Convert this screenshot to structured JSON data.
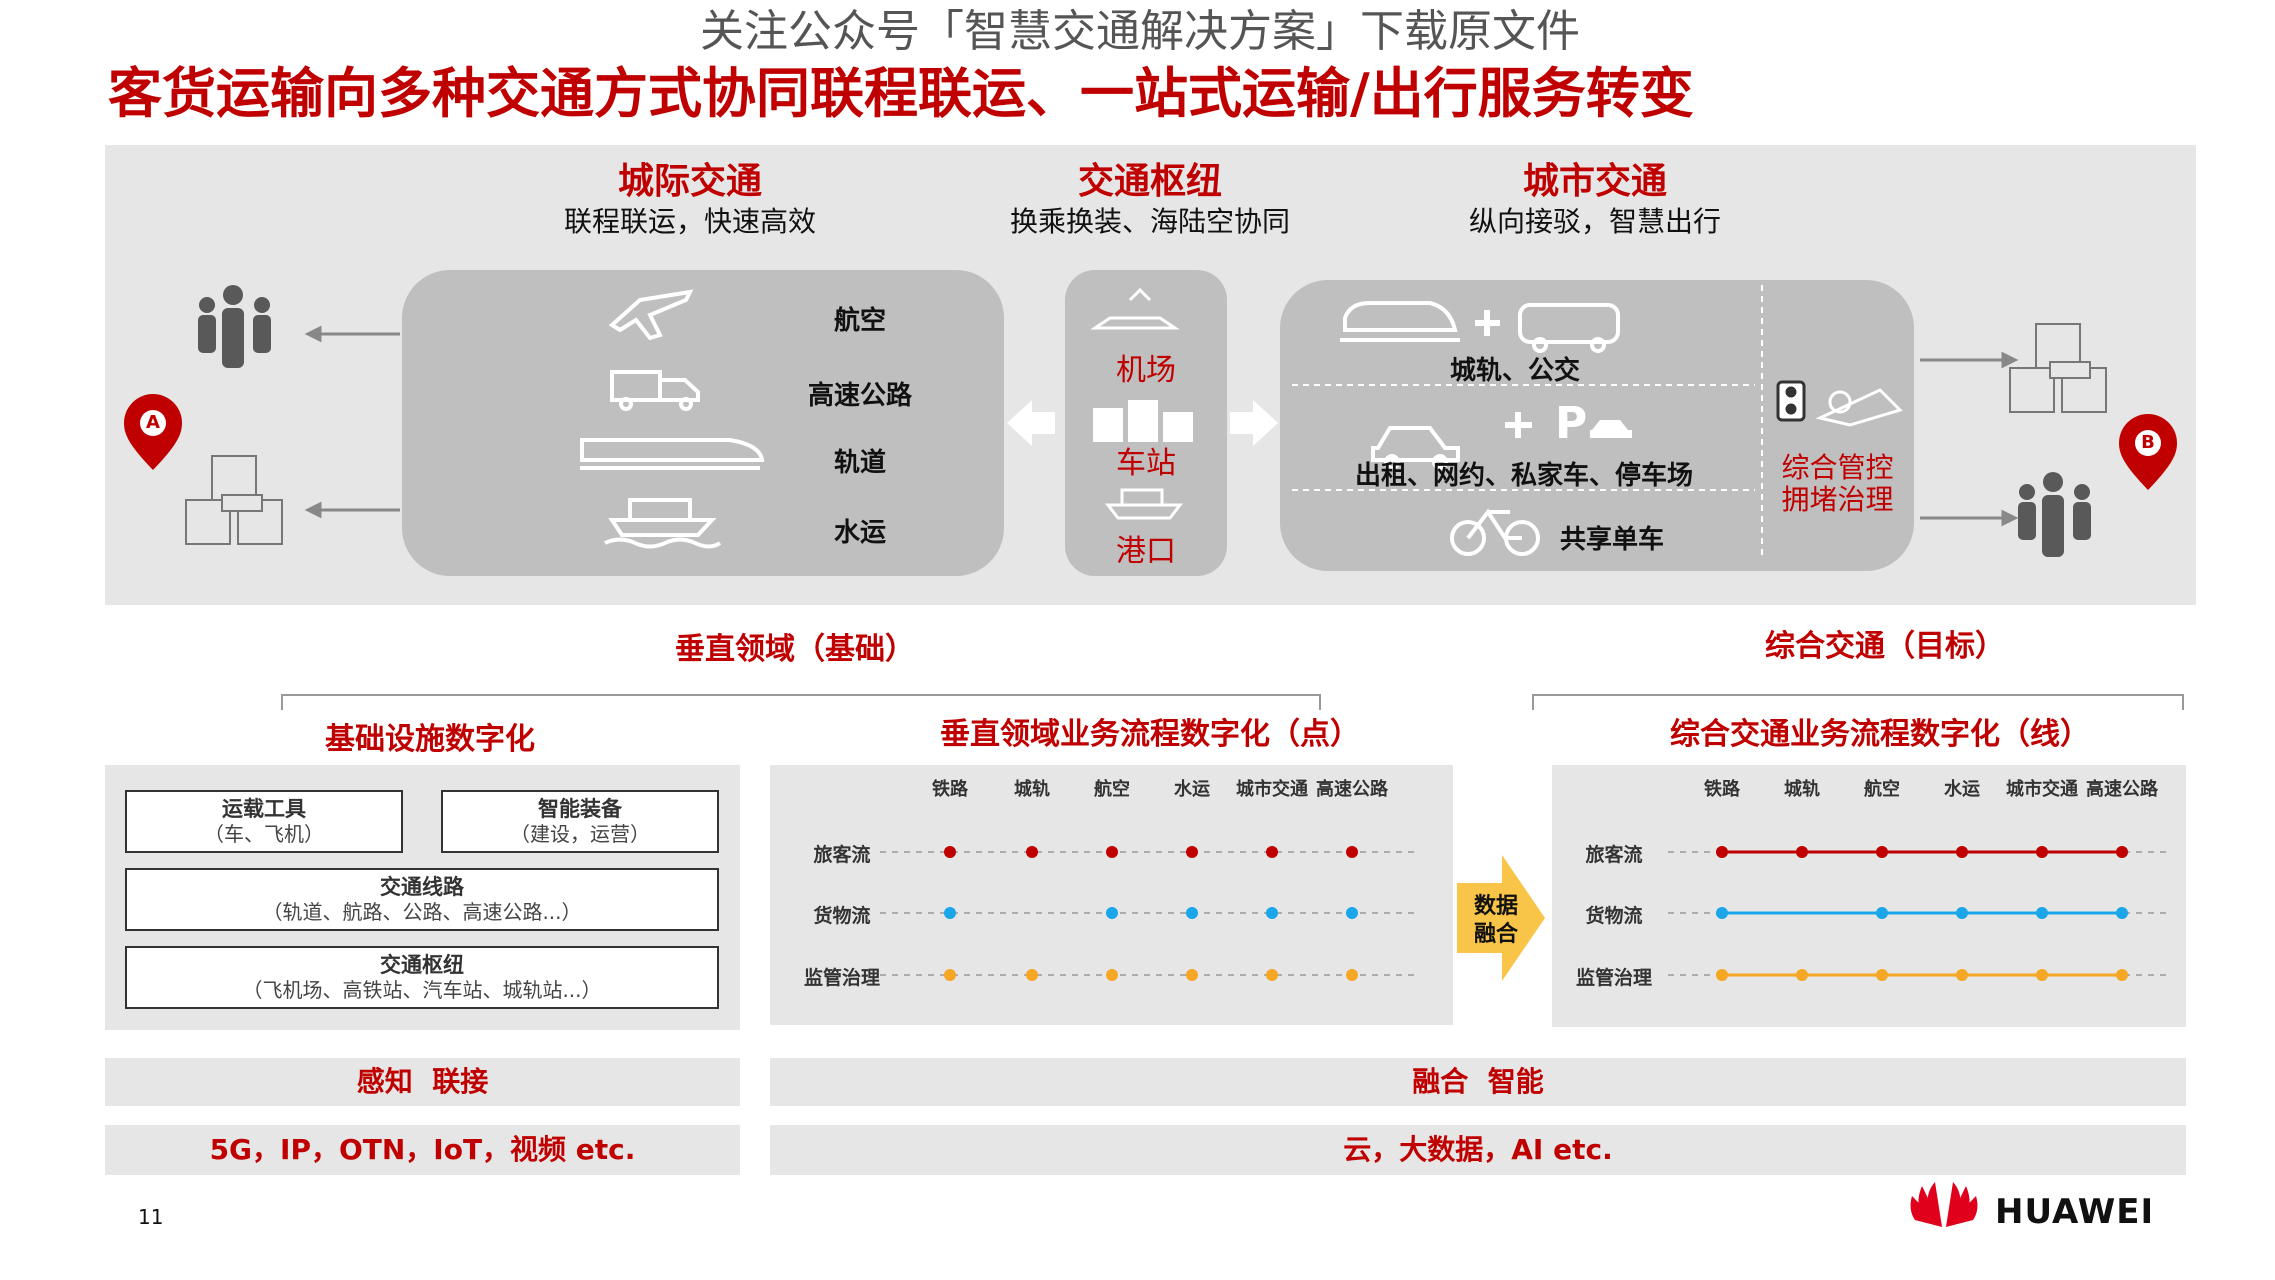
{
  "watermark": "关注公众号「智慧交通解决方案」下载原文件",
  "title": "客货运输向多种交通方式协同联程联运、一站式运输/出行服务转变",
  "top": {
    "intercity": {
      "title": "城际交通",
      "subtitle": "联程联运，快速高效",
      "modes": [
        "航空",
        "高速公路",
        "轨道",
        "水运"
      ]
    },
    "hub": {
      "title": "交通枢纽",
      "subtitle": "换乘换装、海陆空协同",
      "items": [
        "机场",
        "车站",
        "港口"
      ]
    },
    "urban": {
      "title": "城市交通",
      "subtitle": "纵向接驳，智慧出行",
      "rows": [
        "城轨、公交",
        "出租、网约、私家车、停车场",
        "共享单车"
      ],
      "side": [
        "综合管控",
        "拥堵治理"
      ]
    },
    "marker_a": "A",
    "marker_b": "B"
  },
  "vertical_domain": {
    "heading": "垂直领域（基础）"
  },
  "integrated": {
    "heading": "综合交通（目标）"
  },
  "infra": {
    "title": "基础设施数字化",
    "boxes": [
      {
        "title": "运载工具",
        "sub": "（车、飞机）"
      },
      {
        "title": "智能装备",
        "sub": "（建设，运营）"
      },
      {
        "title": "交通线路",
        "sub": "（轨道、航路、公路、高速公路...）"
      },
      {
        "title": "交通枢纽",
        "sub": "（飞机场、高铁站、汽车站、城轨站...）"
      }
    ]
  },
  "panel_point": {
    "title": "垂直领域业务流程数字化（点）"
  },
  "panel_line": {
    "title": "综合交通业务流程数字化（线）"
  },
  "columns": [
    "铁路",
    "城轨",
    "航空",
    "水运",
    "城市交通",
    "高速公路"
  ],
  "rows": [
    "旅客流",
    "货物流",
    "监管治理"
  ],
  "arrow_label": [
    "数据",
    "融合"
  ],
  "colors": {
    "red": "#c00000",
    "blue": "#1aa6e8",
    "orange": "#f5a623",
    "gray": "#e6e6e6"
  },
  "matrix_point": {
    "旅客流": [
      1,
      1,
      1,
      1,
      1,
      1
    ],
    "货物流": [
      1,
      0,
      1,
      1,
      1,
      1
    ],
    "监管治理": [
      1,
      1,
      1,
      1,
      1,
      1
    ]
  },
  "matrix_line": {
    "旅客流": [
      1,
      1,
      1,
      1,
      1,
      1
    ],
    "货物流": [
      1,
      0,
      1,
      1,
      1,
      1
    ],
    "监管治理": [
      1,
      1,
      1,
      1,
      1,
      1
    ]
  },
  "bars": {
    "left1": "感知  联接",
    "right1": "融合  智能",
    "left2": "5G，IP，OTN，IoT，视频 etc.",
    "right2": "云，大数据，AI etc."
  },
  "page_number": "11",
  "brand": "HUAWEI"
}
